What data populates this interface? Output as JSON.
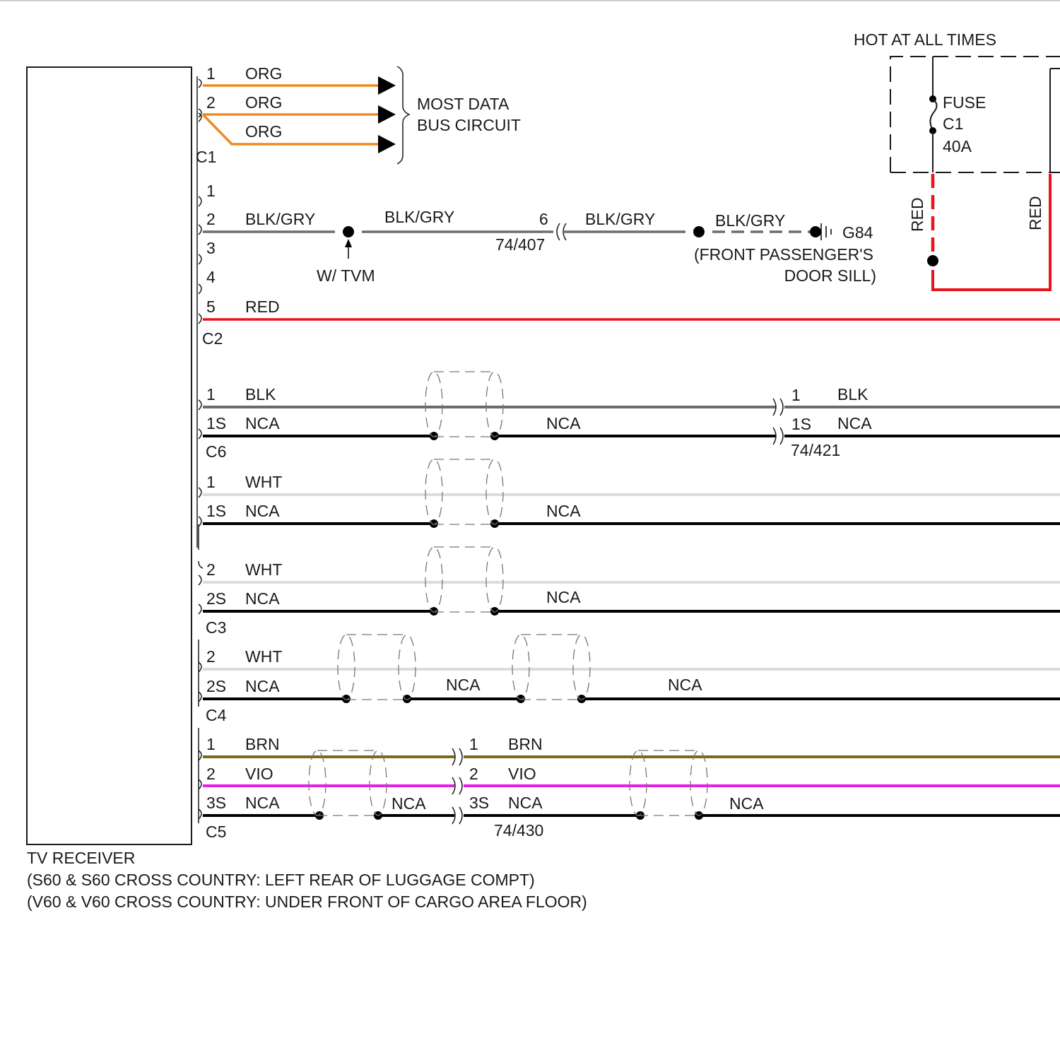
{
  "colors": {
    "ORG": "#f08a1f",
    "BLKGRY": "#6e6e6e",
    "RED": "#e8141c",
    "BLK": "#6b6b6b",
    "NCA": "#000000",
    "WHT": "#dcdcdc",
    "BRN": "#7a6a18",
    "VIO": "#e61ee6",
    "ink": "#1a1a1a",
    "shield": "#777777"
  },
  "receiver": {
    "name": "TV RECEIVER",
    "location_1": "(S60 & S60 CROSS COUNTRY: LEFT REAR OF LUGGAGE COMPT)",
    "location_2": "(V60 & V60 CROSS COUNTRY: UNDER FRONT OF CARGO AREA FLOOR)"
  },
  "c1": {
    "connector": "C1",
    "pins": [
      "1",
      "2"
    ],
    "wires": [
      "ORG",
      "ORG",
      "ORG"
    ],
    "bus_label_1": "MOST DATA",
    "bus_label_2": "BUS CIRCUIT"
  },
  "c2": {
    "connector": "C2",
    "pins": [
      "1",
      "2",
      "3",
      "4",
      "5"
    ],
    "ground_wire": {
      "color_left": "BLK/GRY",
      "color_mid": "BLK/GRY",
      "splice_note": "W/ TVM",
      "inline_pin": "6",
      "inline_connector": "74/407",
      "color_after_connector": "BLK/GRY",
      "color_to_ground": "BLK/GRY",
      "ground_id": "G84",
      "ground_loc_1": "(FRONT PASSENGER'S",
      "ground_loc_2": "DOOR SILL)"
    },
    "power_wire": {
      "color": "RED"
    }
  },
  "fuse": {
    "title": "HOT AT ALL TIMES",
    "name": "FUSE",
    "id": "C1",
    "rating": "40A",
    "wire_left": "RED",
    "wire_right": "RED"
  },
  "c6": {
    "connector": "C6",
    "pins": [
      "1",
      "1S"
    ],
    "wires": [
      "BLK",
      "NCA"
    ],
    "mid_label": "NCA",
    "inline_pins": [
      "1",
      "1S"
    ],
    "inline_wires": [
      "BLK",
      "NCA"
    ],
    "inline_connector": "74/421"
  },
  "c3": {
    "connector": "C3",
    "group1": {
      "pins": [
        "1",
        "1S"
      ],
      "wires": [
        "WHT",
        "NCA"
      ],
      "mid_label": "NCA"
    },
    "group2": {
      "pins": [
        "2",
        "2S"
      ],
      "wires": [
        "WHT",
        "NCA"
      ],
      "mid_label": "NCA"
    }
  },
  "c4": {
    "connector": "C4",
    "pins": [
      "2",
      "2S"
    ],
    "wires": [
      "WHT",
      "NCA"
    ],
    "mid_label_1": "NCA",
    "mid_label_2": "NCA"
  },
  "c5": {
    "connector": "C5",
    "pins": [
      "1",
      "2",
      "3S"
    ],
    "wires": [
      "BRN",
      "VIO",
      "NCA"
    ],
    "mid_label": "NCA",
    "inline_pins": [
      "1",
      "2",
      "3S"
    ],
    "inline_wires": [
      "BRN",
      "VIO",
      "NCA"
    ],
    "inline_connector": "74/430",
    "end_label": "NCA"
  }
}
